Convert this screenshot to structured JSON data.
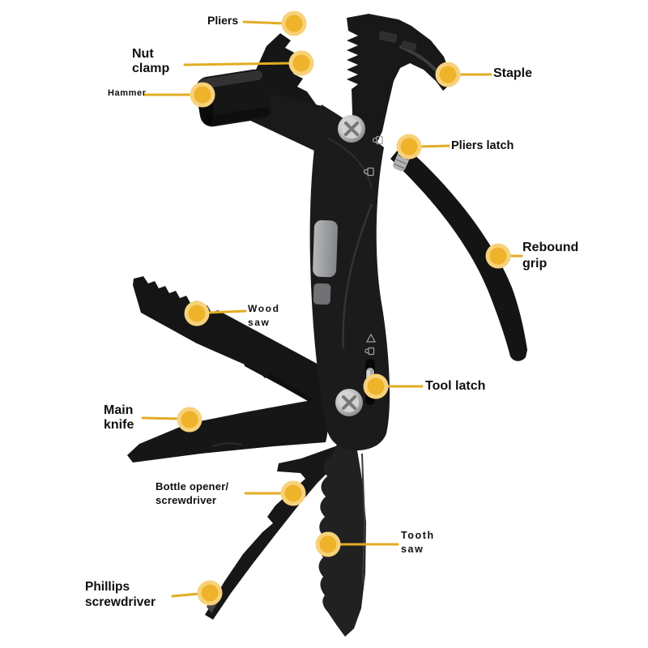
{
  "diagram": {
    "background": "#ffffff"
  },
  "accent": {
    "dot_core": "#EFB22B",
    "dot_ring": "#F7D27A",
    "line": "#E2AC24",
    "label_color": "#0F0F0F"
  },
  "callouts": [
    {
      "id": "pliers",
      "label": "Pliers"
    },
    {
      "id": "nut-clamp",
      "label": "Nut\nclamp"
    },
    {
      "id": "hammer",
      "label": "Hammer"
    },
    {
      "id": "staple",
      "label": "Staple"
    },
    {
      "id": "pliers-latch",
      "label": "Pliers latch"
    },
    {
      "id": "rebound-grip",
      "label": "Rebound\ngrip"
    },
    {
      "id": "wood-saw",
      "label": "Wood\nsaw"
    },
    {
      "id": "tool-latch",
      "label": "Tool latch"
    },
    {
      "id": "main-knife",
      "label": "Main\nknife"
    },
    {
      "id": "bottle-opener",
      "label": "Bottle opener/\nscrewdriver"
    },
    {
      "id": "tooth-saw",
      "label": "Tooth\nsaw"
    },
    {
      "id": "phillips",
      "label": "Phillips\nscrewdriver"
    }
  ]
}
